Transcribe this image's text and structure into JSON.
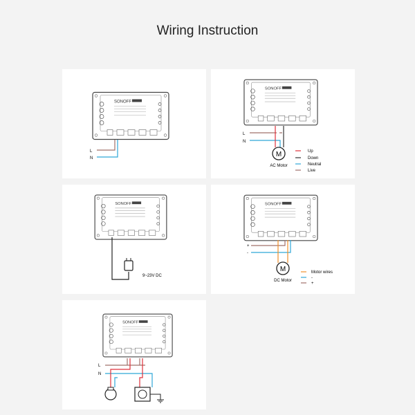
{
  "title": "Wiring Instruction",
  "device": {
    "brand": "SONOFF"
  },
  "panels": [
    {
      "labels": {
        "l": "L",
        "n": "N"
      }
    },
    {
      "labels": {
        "l": "L",
        "n": "N",
        "motor_symbol": "M",
        "motor": "AC Motor"
      },
      "legend": [
        {
          "label": "Up",
          "color": "#e0303a"
        },
        {
          "label": "Down",
          "color": "#333333"
        },
        {
          "label": "Neutral",
          "color": "#2ea7d8"
        },
        {
          "label": "Live",
          "color": "#a0706a"
        }
      ]
    },
    {
      "labels": {
        "power": "9~23V DC"
      }
    },
    {
      "labels": {
        "plus": "+",
        "minus": "-",
        "motor_symbol": "M",
        "motor": "DC Motor"
      },
      "legend": [
        {
          "label": "Motor wires",
          "color": "#f0902a"
        },
        {
          "label": "-",
          "color": "#2ea7d8"
        },
        {
          "label": "+",
          "color": "#a0706a"
        }
      ]
    },
    {
      "labels": {
        "l": "L",
        "n": "N"
      }
    }
  ]
}
